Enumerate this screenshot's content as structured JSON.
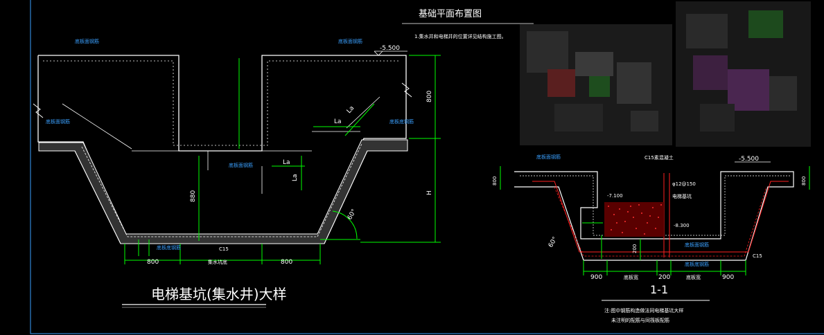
{
  "colors": {
    "background": "#000000",
    "outline": "#ffffff",
    "dimension": "#00ff00",
    "rebar_label": "#3aa0ff",
    "concrete": "#ff2020"
  },
  "left_detail": {
    "title": "电梯基坑(集水井)大样",
    "elevation": "-5.500",
    "rebar_labels": [
      "底板面钢筋",
      "底板面钢筋",
      "底板面钢筋",
      "底板底钢筋",
      "底板面钢筋",
      "底板底钢筋"
    ],
    "dims": {
      "right_vertical_top": "800",
      "right_vertical_main": "H",
      "center_vertical": "880",
      "bottom_left": "800",
      "bottom_right": "800",
      "bottom_center": "集水坑底",
      "la_labels": [
        "La",
        "La",
        "La",
        "La"
      ],
      "angle": "60°",
      "concrete_grade": "C15"
    }
  },
  "top_note": {
    "title": "基础平面布置图",
    "line1": "1.集水井和电梯井的位置详见结构施工图。"
  },
  "right_detail": {
    "section_label": "1-1",
    "elevation": "-5.500",
    "elev_mid": "-7.100",
    "elev_low": "-8.300",
    "rebar_labels": [
      "底板面钢筋",
      "底板面钢筋",
      "底板底钢筋"
    ],
    "fill_label": "C15素混凝土",
    "rebar_spec": "φ12@150",
    "pump_label": "电梯基坑",
    "dims": {
      "left_vertical": "800",
      "right_vertical": "800",
      "center_vertical": "200",
      "bottom": [
        "900",
        "底板宽",
        "200",
        "底板宽",
        "900"
      ],
      "angle": "60°",
      "concrete_grade": "C15"
    },
    "notes": [
      "注:图中钢筋构造做法同电梯基坑大样",
      "未注明的配筋与同筏板配筋"
    ]
  }
}
